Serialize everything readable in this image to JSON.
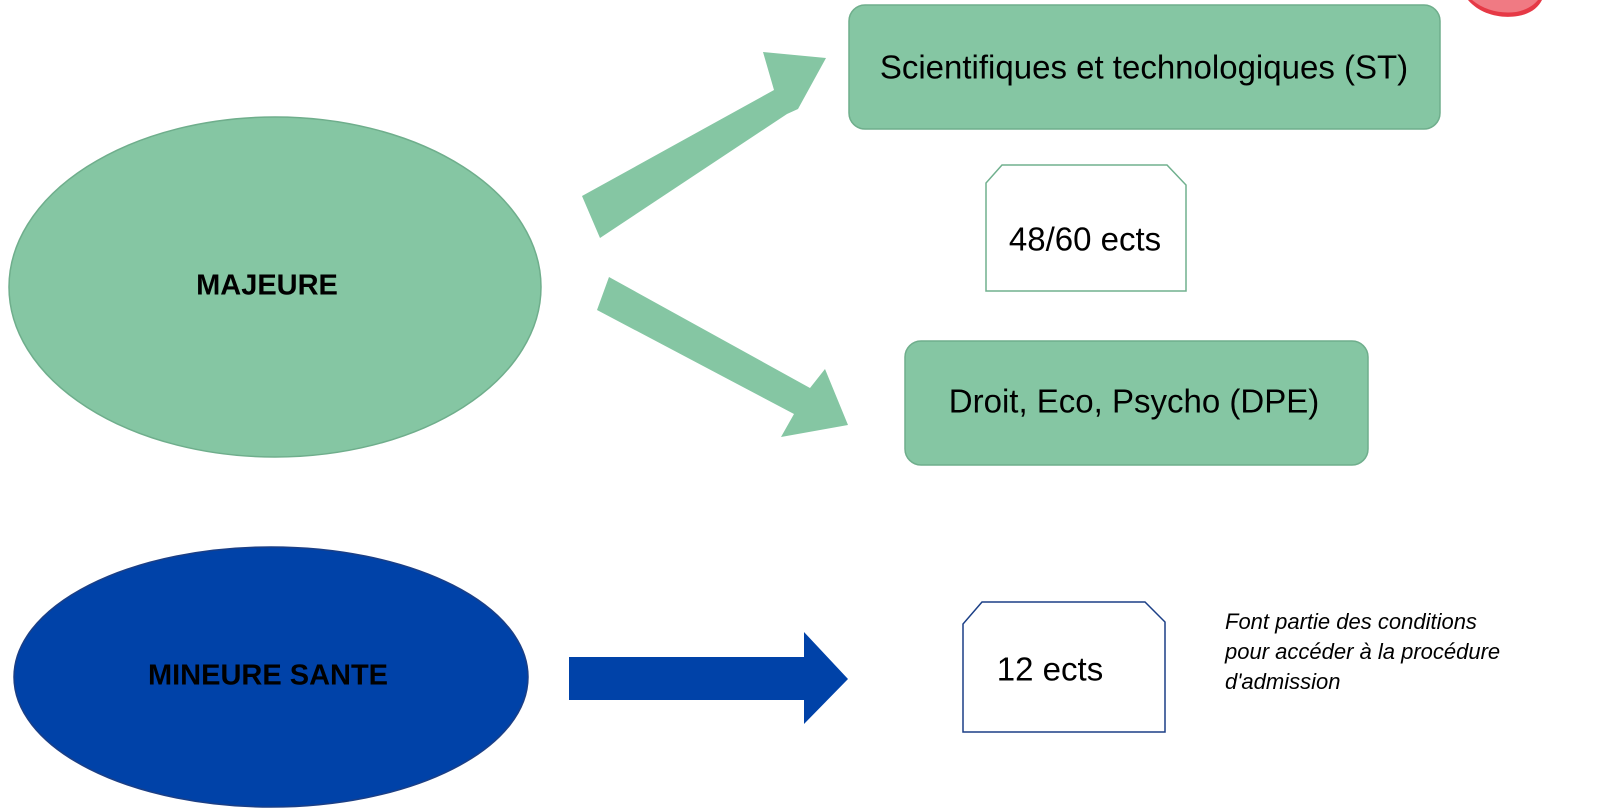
{
  "colors": {
    "green": "#85c6a3",
    "green_border": "#6fae8c",
    "blue": "#0042a8",
    "blue_border": "#1b3f86",
    "badge": "#e63946"
  },
  "diagram": {
    "majeure": {
      "label": "MAJEURE"
    },
    "mineure": {
      "label": "MINEURE SANTE"
    },
    "st_box": {
      "label": "Scientifiques et technologiques (ST)"
    },
    "dpe_box": {
      "label": "Droit, Eco, Psycho (DPE)"
    },
    "ects_majeure": {
      "label": "48/60 ects"
    },
    "ects_mineure": {
      "label": "12 ects"
    },
    "note": {
      "lines": [
        "Font partie des conditions",
        "pour accéder à la procédure",
        "d'admission"
      ]
    },
    "corner_badge": {
      "icon": "stamp-badge-icon"
    }
  }
}
